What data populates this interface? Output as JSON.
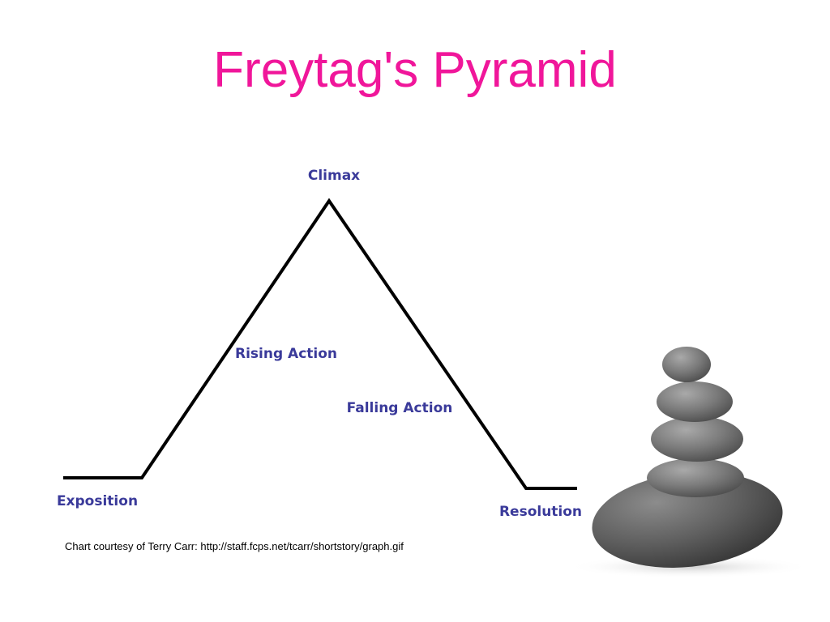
{
  "slide": {
    "title": "Freytag's Pyramid",
    "credit": "Chart courtesy of Terry Carr: http://staff.fcps.net/tcarr/shortstory/graph.gif"
  },
  "diagram": {
    "labels": {
      "climax": "Climax",
      "rising_action": "Rising Action",
      "falling_action": "Falling Action",
      "exposition": "Exposition",
      "resolution": "Resolution"
    },
    "line_color": "#000000",
    "label_color": "#3a3a9a"
  },
  "colors": {
    "title": "#f0169a"
  },
  "decoration": {
    "image": "stacked-stones"
  }
}
